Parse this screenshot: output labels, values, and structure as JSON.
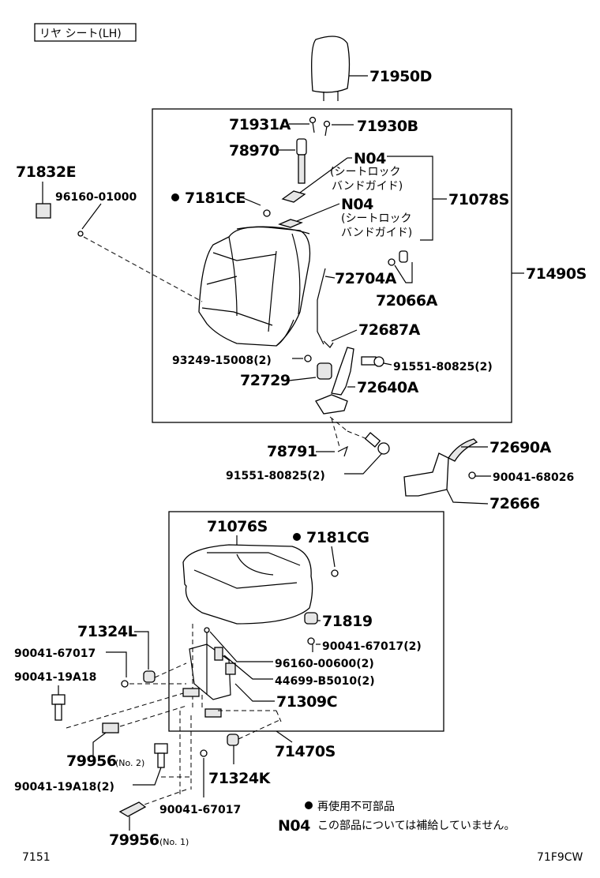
{
  "title": "リヤ シート(LH)",
  "labels": {
    "p71950D": "71950D",
    "p71931A": "71931A",
    "p71930B": "71930B",
    "p78970": "78970",
    "n04_1": "N04",
    "n04_1_note1": "(シートロック",
    "n04_1_note2": "バンドガイド)",
    "n04_2": "N04",
    "n04_2_note1": "(シートロック",
    "n04_2_note2": "バンドガイド)",
    "p71078S": "71078S",
    "p7181CE": "7181CE",
    "p71832E": "71832E",
    "p96160_01000": "96160-01000",
    "p71490S": "71490S",
    "p72704A": "72704A",
    "p72066A": "72066A",
    "p72687A": "72687A",
    "p93249": "93249-15008(2)",
    "p91551_a": "91551-80825(2)",
    "p72729": "72729",
    "p72640A": "72640A",
    "p78791": "78791",
    "p91551_b": "91551-80825(2)",
    "p72690A": "72690A",
    "p90041_68026": "90041-68026",
    "p72666": "72666",
    "p71076S": "71076S",
    "p7181CG": "7181CG",
    "p71819": "71819",
    "p90041_67017_2": "90041-67017(2)",
    "p96160_00600": "96160-00600(2)",
    "p44699": "44699-B5010(2)",
    "p71309C": "71309C",
    "p71324L": "71324L",
    "p90041_67017_a": "90041-67017",
    "p90041_19A18": "90041-19A18",
    "p79956_2": "79956",
    "p79956_2_note": "(No. 2)",
    "p90041_19A18_2": "90041-19A18(2)",
    "p71324K": "71324K",
    "p71470S": "71470S",
    "p90041_67017_b": "90041-67017",
    "p79956_1": "79956",
    "p79956_1_note": "(No. 1)"
  },
  "legend": {
    "bullet_text": "再使用不可部品",
    "n04_code": "N04",
    "n04_text": "この部品については補給していません。"
  },
  "footer": {
    "left_code": "7151",
    "right_code": "71F9CW"
  }
}
